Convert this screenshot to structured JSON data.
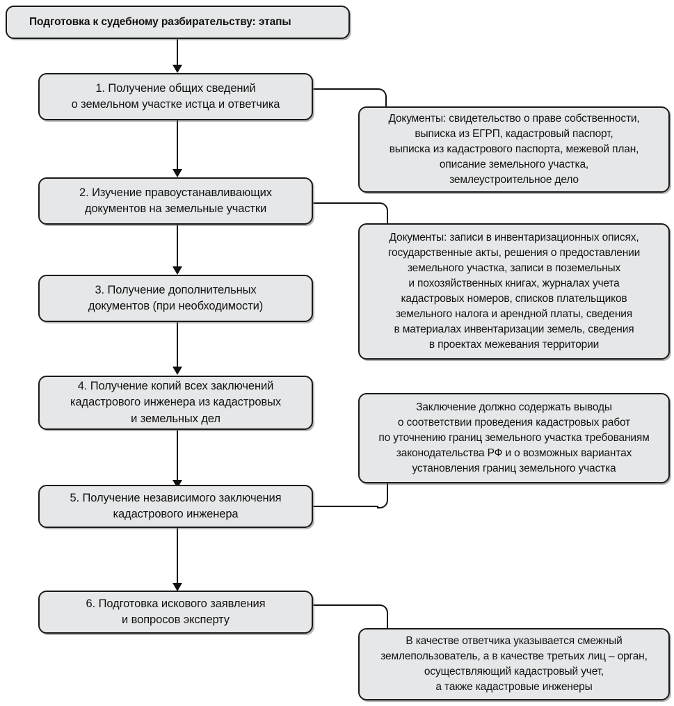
{
  "diagram": {
    "title": "Подготовка к судебному разбирательству: этапы",
    "theme": {
      "node_fill": "#e6e7e8",
      "node_border": "#1a1a1a",
      "connector": "#111111",
      "background": "#ffffff"
    },
    "steps": [
      {
        "id": "step-1",
        "number": "1.",
        "text": "1. Получение общих сведений\nо земельном участке истца и ответчика"
      },
      {
        "id": "step-2",
        "number": "2.",
        "text": "2. Изучение правоустанавливающих\nдокументов на земельные участки"
      },
      {
        "id": "step-3",
        "number": "3.",
        "text": "3. Получение дополнительных\nдокументов (при необходимости)"
      },
      {
        "id": "step-4",
        "number": "4.",
        "text": "4. Получение копий всех заключений\nкадастрового инженера из кадастровых\nи земельных дел"
      },
      {
        "id": "step-5",
        "number": "5.",
        "text": "5. Получение независимого заключения\nкадастрового инженера"
      },
      {
        "id": "step-6",
        "number": "6.",
        "text": "6. Подготовка искового заявления\nи вопросов эксперту"
      }
    ],
    "notes": [
      {
        "id": "note-1",
        "attached_to": "step-1",
        "text": "Документы: свидетельство о праве собственности,\nвыписка из ЕГРП, кадастровый паспорт,\nвыписка из кадастрового паспорта, межевой план,\nописание земельного участка,\nземлеустроительное дело"
      },
      {
        "id": "note-2",
        "attached_to": "step-2",
        "text": "Документы: записи в инвентаризационных описях,\nгосударственные акты, решения о предоставлении\nземельного участка, записи в поземельных\nи похозяйственных книгах, журналах учета\nкадастровых номеров, списков плательщиков\nземельного налога и арендной платы, сведения\nв материалах инвентаризации земель, сведения\nв проектах межевания территории"
      },
      {
        "id": "note-3",
        "attached_to": "step-5",
        "text": "Заключение должно содержать выводы\nо соответствии проведения кадастровых работ\nпо уточнению границ земельного участка требованиям\nзаконодательства РФ и о возможных вариантах\nустановления границ земельного участка"
      },
      {
        "id": "note-4",
        "attached_to": "step-6",
        "text": "В качестве ответчика указывается смежный\nземлепользователь, а в качестве третьих лиц – орган,\nосуществляющий кадастровый учет,\nа также кадастровые инженеры"
      }
    ]
  }
}
